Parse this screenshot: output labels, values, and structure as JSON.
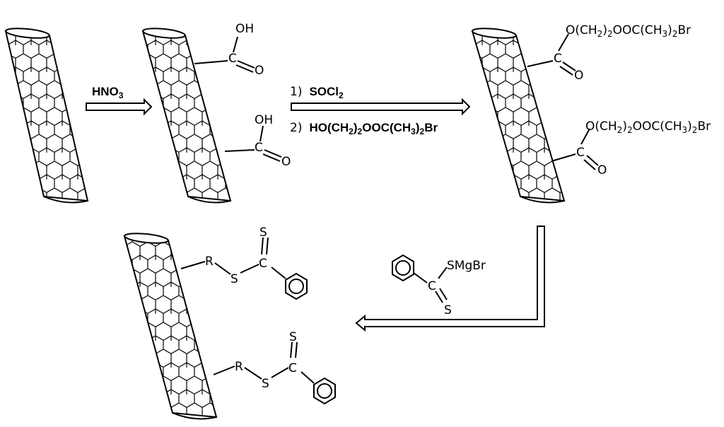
{
  "step1": {
    "reagent": "HNO",
    "reagent_sub": "3"
  },
  "carboxyl": {
    "oh": "OH",
    "c": "C",
    "o": "O"
  },
  "step2": {
    "line1_num": "1)",
    "line1_reagent": "SOCl",
    "line1_sub": "2",
    "line2_num": "2)",
    "line2_a": "HO(CH",
    "line2_s1": "2",
    "line2_b": ")",
    "line2_s2": "2",
    "line2_c": "OOC(CH",
    "line2_s3": "3",
    "line2_d": ")",
    "line2_s4": "2",
    "line2_e": "Br"
  },
  "ester": {
    "a": "O(CH",
    "s1": "2",
    "b": ")",
    "s2": "2",
    "c": "OOC(CH",
    "s3": "3",
    "d": ")",
    "s4": "2",
    "e": "Br",
    "carbon": "C",
    "carbonyl_o": "O"
  },
  "grignard": {
    "smgbr": "SMgBr",
    "c": "C",
    "s": "S"
  },
  "product": {
    "r": "R",
    "s": "S",
    "c": "C",
    "s_double": "S"
  }
}
